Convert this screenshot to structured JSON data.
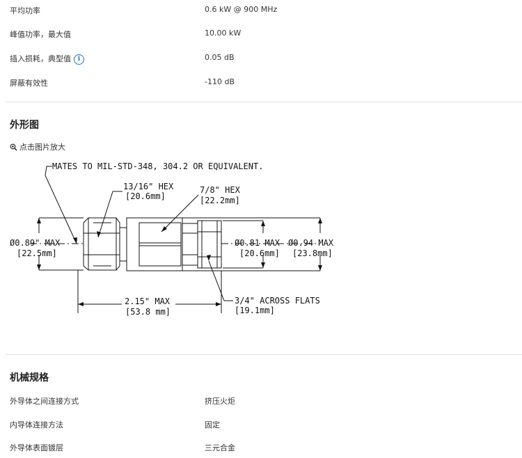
{
  "electrical_specs": [
    {
      "label": "平均功率",
      "value": "0.6 kW @ 900 MHz"
    },
    {
      "label": "峰值功率，最大值",
      "value": "10.00 kW"
    },
    {
      "label": "插入损耗，典型值",
      "value": "0.05 dB",
      "has_info": true
    },
    {
      "label": "屏蔽有效性",
      "value": "-110 dB"
    }
  ],
  "outline": {
    "title": "外形图",
    "zoom_label": "点击图片放大",
    "drawing": {
      "note_mates": "MATES TO MIL-STD-348, 304.2 OR EQUIVALENT.",
      "hex_left": "13/16\" HEX",
      "hex_left_mm": "[20.6mm]",
      "hex_right": "7/8\" HEX",
      "hex_right_mm": "[22.2mm]",
      "dia_left": "Ø0.89\" MAX",
      "dia_left_mm": "[22.5mm]",
      "dia_mid": "Ø0.81 MAX",
      "dia_mid_mm": "[20.6mm]",
      "dia_right": "Ø0.94 MAX",
      "dia_right_mm": "[23.8mm]",
      "length": "2.15\" MAX",
      "length_mm": "[53.8 mm]",
      "flats": "3/4\" ACROSS FLATS",
      "flats_mm": "[19.1mm]"
    }
  },
  "mechanical": {
    "title": "机械规格",
    "rows": [
      {
        "label": "外导体之间连接方式",
        "value": "挤压火炬"
      },
      {
        "label": "内导体连接方法",
        "value": "固定"
      },
      {
        "label": "外导体表面镀层",
        "value": "三元合金"
      }
    ]
  },
  "colors": {
    "info_icon": "#1e73be",
    "divider": "#e0e0e0",
    "text": "#333333"
  },
  "icons": {
    "info": "info-icon",
    "zoom": "magnifier-zoom-icon"
  }
}
